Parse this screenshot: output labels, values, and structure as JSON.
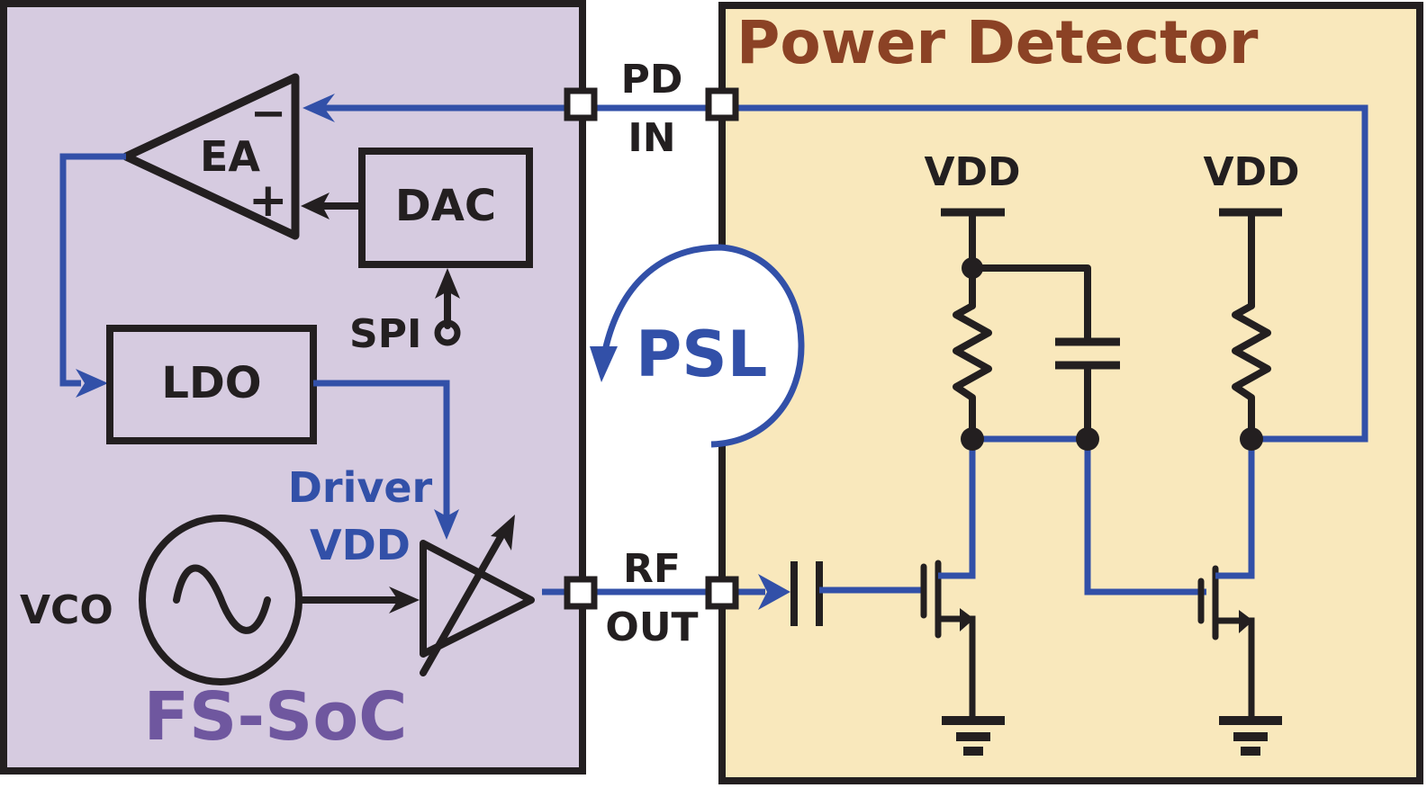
{
  "colors": {
    "soc_fill": "#d6cbe0",
    "pd_fill": "#f9e8bc",
    "wire_blue": "#3250a8",
    "wire_black": "#231f20",
    "soc_title": "#6f579f",
    "pd_title": "#8b4225"
  },
  "soc": {
    "title": "FS-SoC",
    "ea_label": "EA",
    "ea_minus": "−",
    "ea_plus": "+",
    "dac_label": "DAC",
    "spi_label": "SPI",
    "ldo_label": "LDO",
    "driver_line1": "Driver",
    "driver_line2": "VDD",
    "vco_label": "VCO"
  },
  "interface": {
    "pd_in_line1": "PD",
    "pd_in_line2": "IN",
    "rf_out_line1": "RF",
    "rf_out_line2": "OUT",
    "loop_label": "PSL"
  },
  "power_detector": {
    "title": "Power Detector",
    "vdd_left": "VDD",
    "vdd_right": "VDD"
  }
}
